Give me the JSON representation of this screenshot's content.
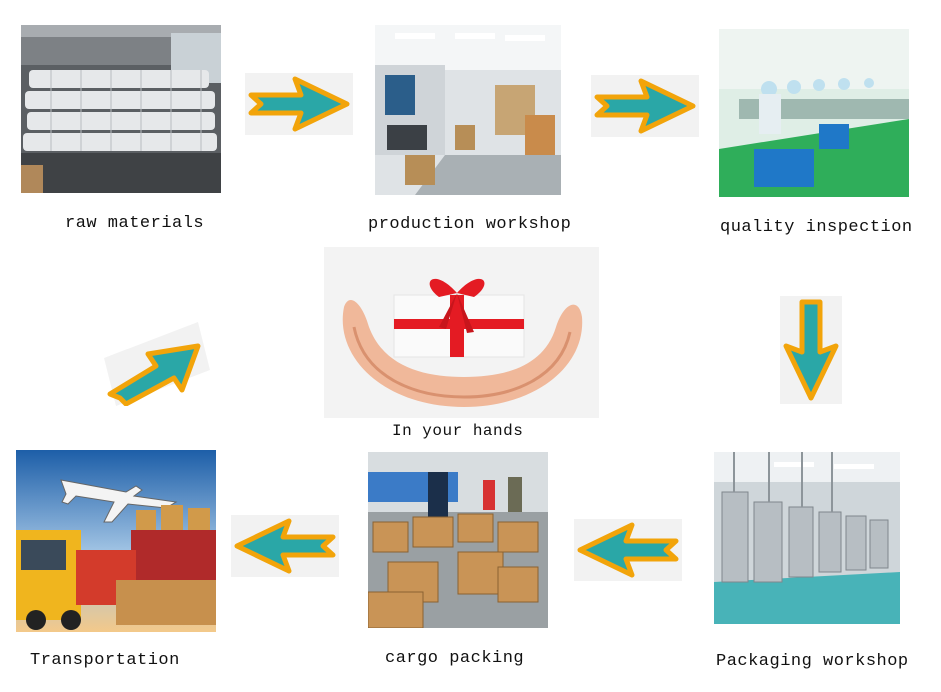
{
  "steps": {
    "raw_materials": "raw materials",
    "production_workshop": "production workshop",
    "quality_inspection": "quality inspection",
    "in_your_hands": "In your hands",
    "packaging_workshop": "Packaging workshop",
    "cargo_packing": "cargo packing",
    "transportation": "Transportation"
  },
  "colors": {
    "arrow_fill": "#2aa7a7",
    "arrow_outline": "#f2a40a",
    "ribbon": "#e41b23"
  }
}
